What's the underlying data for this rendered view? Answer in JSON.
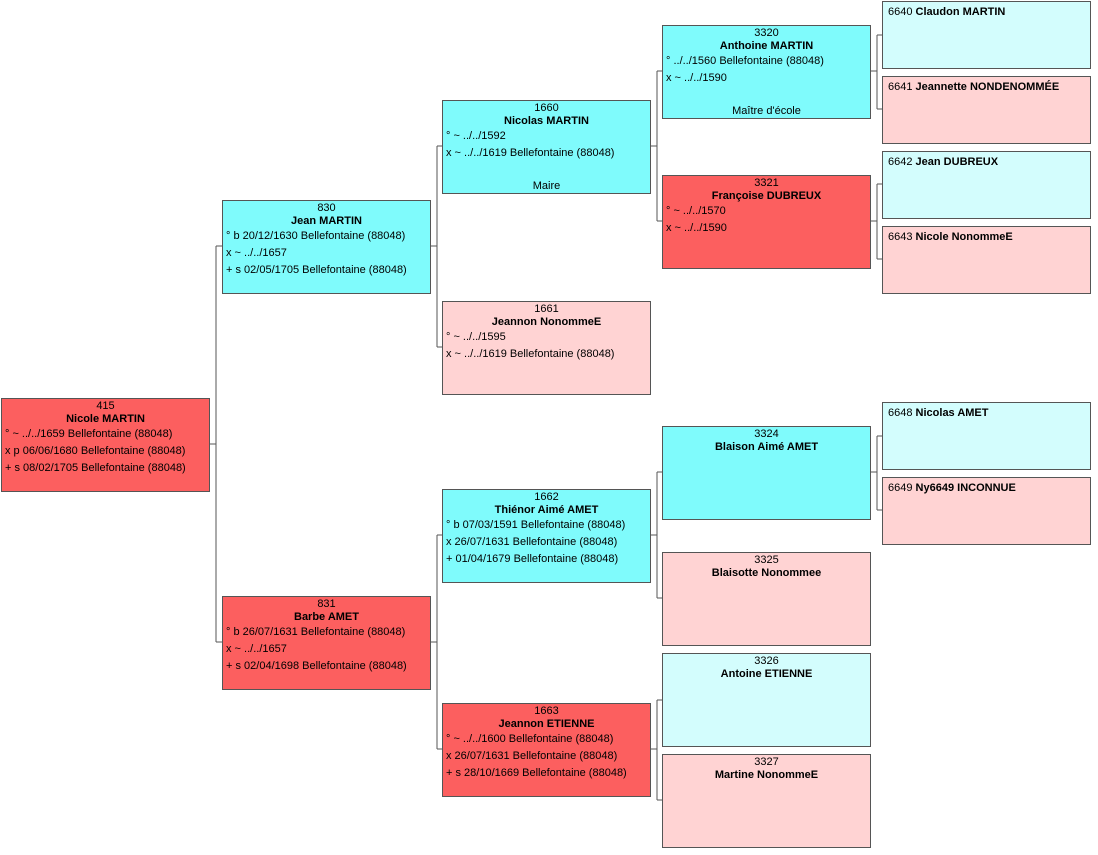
{
  "people": [
    {
      "id": "p415",
      "num": "415",
      "name": "Nicole MARTIN",
      "color": "red",
      "events": [
        "° ~ ../../1659 Bellefontaine (88048)",
        "x p 06/06/1680 Bellefontaine (88048)",
        "+ s 08/02/1705 Bellefontaine (88048)"
      ],
      "note": ""
    },
    {
      "id": "p830",
      "num": "830",
      "name": "Jean MARTIN",
      "color": "cyan",
      "events": [
        "° b 20/12/1630 Bellefontaine (88048)",
        "x ~ ../../1657",
        "+ s 02/05/1705 Bellefontaine (88048)"
      ],
      "note": ""
    },
    {
      "id": "p831",
      "num": "831",
      "name": "Barbe AMET",
      "color": "red",
      "events": [
        "° b 26/07/1631 Bellefontaine (88048)",
        "x ~ ../../1657",
        "+ s 02/04/1698 Bellefontaine (88048)"
      ],
      "note": ""
    },
    {
      "id": "p1660",
      "num": "1660",
      "name": "Nicolas MARTIN",
      "color": "cyan",
      "events": [
        "° ~ ../../1592",
        "x ~ ../../1619 Bellefontaine (88048)"
      ],
      "note": "Maire"
    },
    {
      "id": "p1661",
      "num": "1661",
      "name": "Jeannon NonommeE",
      "color": "pink",
      "events": [
        "° ~ ../../1595",
        "x ~ ../../1619 Bellefontaine (88048)"
      ],
      "note": ""
    },
    {
      "id": "p1662",
      "num": "1662",
      "name": "Thiénor Aimé AMET",
      "color": "cyan",
      "events": [
        "° b 07/03/1591 Bellefontaine (88048)",
        "x 26/07/1631 Bellefontaine (88048)",
        "+ 01/04/1679 Bellefontaine (88048)"
      ],
      "note": ""
    },
    {
      "id": "p1663",
      "num": "1663",
      "name": "Jeannon ETIENNE",
      "color": "red",
      "events": [
        "° ~ ../../1600 Bellefontaine (88048)",
        "x 26/07/1631 Bellefontaine (88048)",
        "+ s 28/10/1669 Bellefontaine (88048)"
      ],
      "note": ""
    },
    {
      "id": "p3320",
      "num": "3320",
      "name": "Anthoine MARTIN",
      "color": "cyan",
      "events": [
        "° ../../1560 Bellefontaine (88048)",
        "x ~ ../../1590"
      ],
      "note": "Maître d'école"
    },
    {
      "id": "p3321",
      "num": "3321",
      "name": "Françoise DUBREUX",
      "color": "red",
      "events": [
        "° ~ ../../1570",
        "x ~ ../../1590"
      ],
      "note": ""
    },
    {
      "id": "p3324",
      "num": "3324",
      "name": "Blaison Aimé AMET",
      "color": "cyan",
      "events": [],
      "note": ""
    },
    {
      "id": "p3325",
      "num": "3325",
      "name": "Blaisotte Nonommee",
      "color": "pink",
      "events": [],
      "note": ""
    },
    {
      "id": "p3326",
      "num": "3326",
      "name": "Antoine ETIENNE",
      "color": "lcyan",
      "events": [],
      "note": ""
    },
    {
      "id": "p3327",
      "num": "3327",
      "name": "Martine NonommeE",
      "color": "pink",
      "events": [],
      "note": ""
    }
  ],
  "leaves": [
    {
      "id": "p6640",
      "num": "6640",
      "name": "Claudon MARTIN",
      "color": "lcyan"
    },
    {
      "id": "p6641",
      "num": "6641",
      "name": "Jeannette NONDENOMMÉE",
      "color": "pink"
    },
    {
      "id": "p6642",
      "num": "6642",
      "name": "Jean DUBREUX",
      "color": "lcyan"
    },
    {
      "id": "p6643",
      "num": "6643",
      "name": "Nicole NonommeE",
      "color": "pink"
    },
    {
      "id": "p6648",
      "num": "6648",
      "name": "Nicolas AMET",
      "color": "lcyan"
    },
    {
      "id": "p6649",
      "num": "6649",
      "name": "Ny6649 INCONNUE",
      "color": "pink"
    }
  ]
}
